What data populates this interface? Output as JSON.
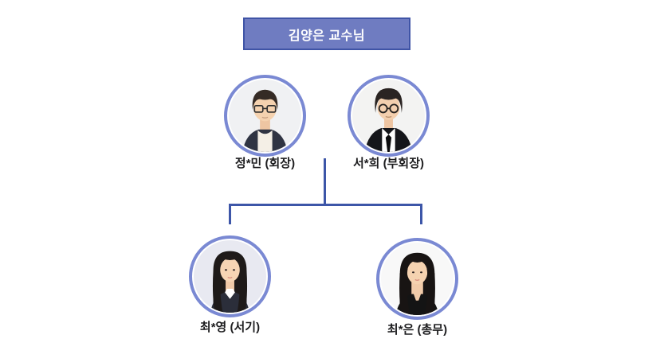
{
  "professor": {
    "label": "김양은 교수님"
  },
  "members": [
    {
      "label": "정*민 (회장)",
      "name": "정*민",
      "role": "회장",
      "avatar": "young-man-glasses-dark-jacket"
    },
    {
      "label": "서*희 (부회장)",
      "name": "서*희",
      "role": "부회장",
      "avatar": "young-man-glasses-black-suit-tie"
    },
    {
      "label": "최*영 (서기)",
      "name": "최*영",
      "role": "서기",
      "avatar": "young-woman-long-hair-white-collar"
    },
    {
      "label": "최*은 (총무)",
      "name": "최*은",
      "role": "총무",
      "avatar": "young-woman-long-hair-black-blazer"
    }
  ],
  "colors": {
    "box_fill": "#6f7cc1",
    "box_border": "#3f54a6",
    "box_text": "#ffffff",
    "avatar_ring": "#7a89d3",
    "connector_line": "#3d56a8",
    "label_text": "#1d1d1f",
    "background": "#ffffff"
  }
}
